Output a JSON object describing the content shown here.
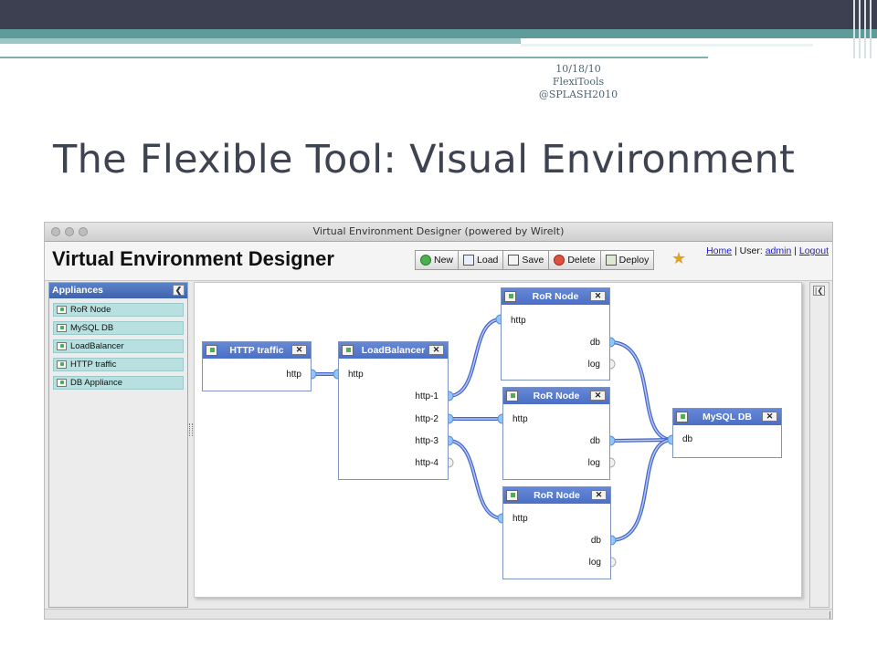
{
  "slide": {
    "header_note_line1": "10/18/10 FlexiTools",
    "header_note_line2": "@SPLASH2010",
    "title": "The Flexible Tool: Visual Environment"
  },
  "window": {
    "title": "Virtual Environment Designer (powered by WireIt)"
  },
  "app": {
    "title": "Virtual Environment Designer",
    "buttons": {
      "new": "New",
      "load": "Load",
      "save": "Save",
      "delete": "Delete",
      "deploy": "Deploy"
    },
    "links": {
      "home": "Home",
      "user_label": "| User:",
      "user": "admin",
      "sep": "|",
      "logout": "Logout"
    }
  },
  "sidebar": {
    "title": "Appliances",
    "items": [
      {
        "label": "RoR Node"
      },
      {
        "label": "MySQL DB"
      },
      {
        "label": "LoadBalancer"
      },
      {
        "label": "HTTP traffic"
      },
      {
        "label": "DB Appliance"
      }
    ]
  },
  "nodes": {
    "http_traffic": {
      "title": "HTTP traffic",
      "port": "http"
    },
    "load_balancer": {
      "title": "LoadBalancer",
      "in": "http",
      "out1": "http-1",
      "out2": "http-2",
      "out3": "http-3",
      "out4": "http-4"
    },
    "ror1": {
      "title": "RoR Node",
      "in": "http",
      "db": "db",
      "log": "log"
    },
    "ror2": {
      "title": "RoR Node",
      "in": "http",
      "db": "db",
      "log": "log"
    },
    "ror3": {
      "title": "RoR Node",
      "in": "http",
      "db": "db",
      "log": "log"
    },
    "mysql": {
      "title": "MySQL DB",
      "port": "db"
    }
  },
  "colors": {
    "node_header": "#4a6fc5",
    "wire": "#5577dd",
    "terminal_connected": "#7fc0ff",
    "sidebar_item": "#b9e0e0",
    "slide_band_dark": "#3d4050",
    "slide_band_teal": "#5e9c9c"
  }
}
